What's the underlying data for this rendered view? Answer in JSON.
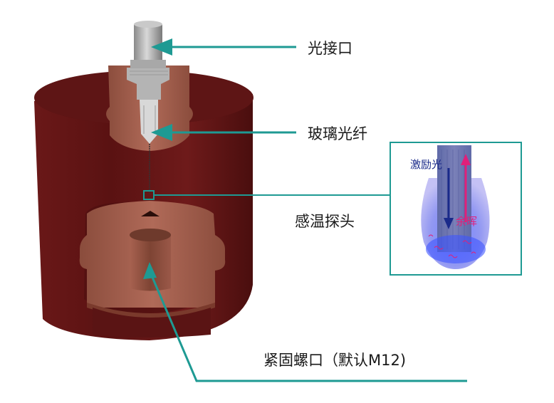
{
  "labels": {
    "optical_port": "光接口",
    "glass_fiber": "玻璃光纤",
    "temp_probe": "感温探头",
    "thread": "紧固螺口（默认M12)"
  },
  "inset": {
    "excitation": "激励光",
    "afterglow": "余晖"
  },
  "colors": {
    "teal": "#1e9a93",
    "housing_dark": "#5a1414",
    "housing_mid": "#7a2020",
    "copper": "#9a5a48",
    "copper_light": "#b57060",
    "excitation_arrow": "#1a2a8a",
    "afterglow_arrow": "#e0207a"
  }
}
